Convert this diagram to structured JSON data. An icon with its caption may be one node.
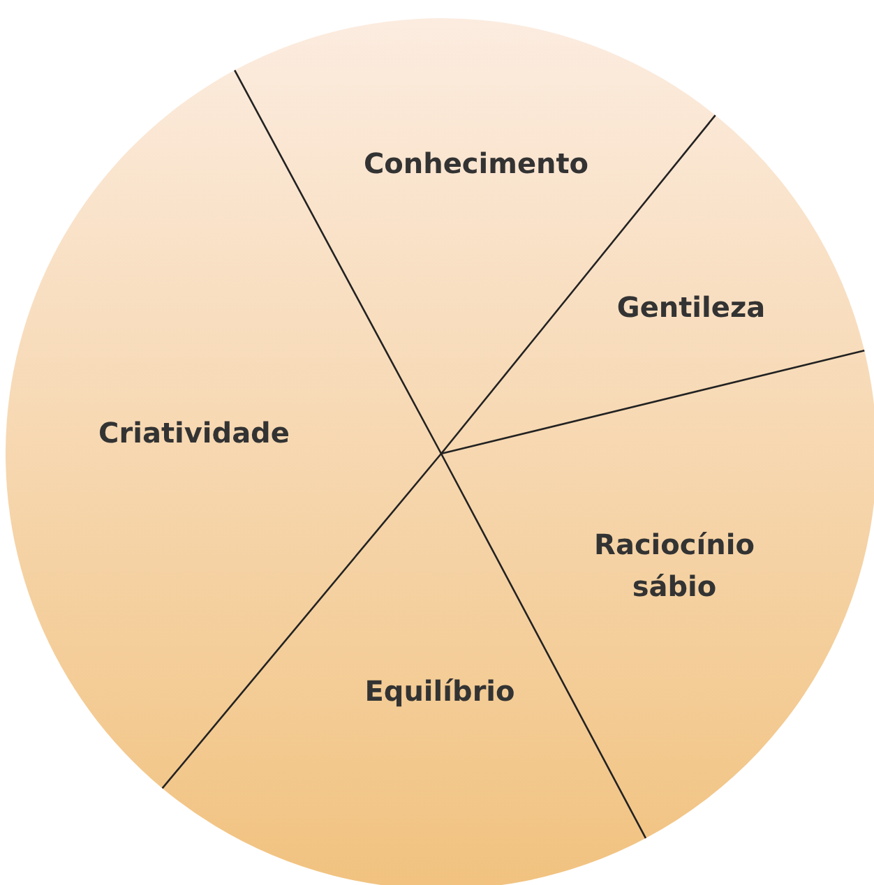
{
  "diagram": {
    "nodes": [
      {
        "text": [
          "Conhecimento"
        ]
      },
      {
        "text": [
          "Gentileza"
        ]
      },
      {
        "text": [
          "Raciocínio sábio"
        ]
      },
      {
        "text": [
          "Equilíbrio"
        ]
      },
      {
        "text": [
          "Criatividade"
        ]
      }
    ]
  }
}
